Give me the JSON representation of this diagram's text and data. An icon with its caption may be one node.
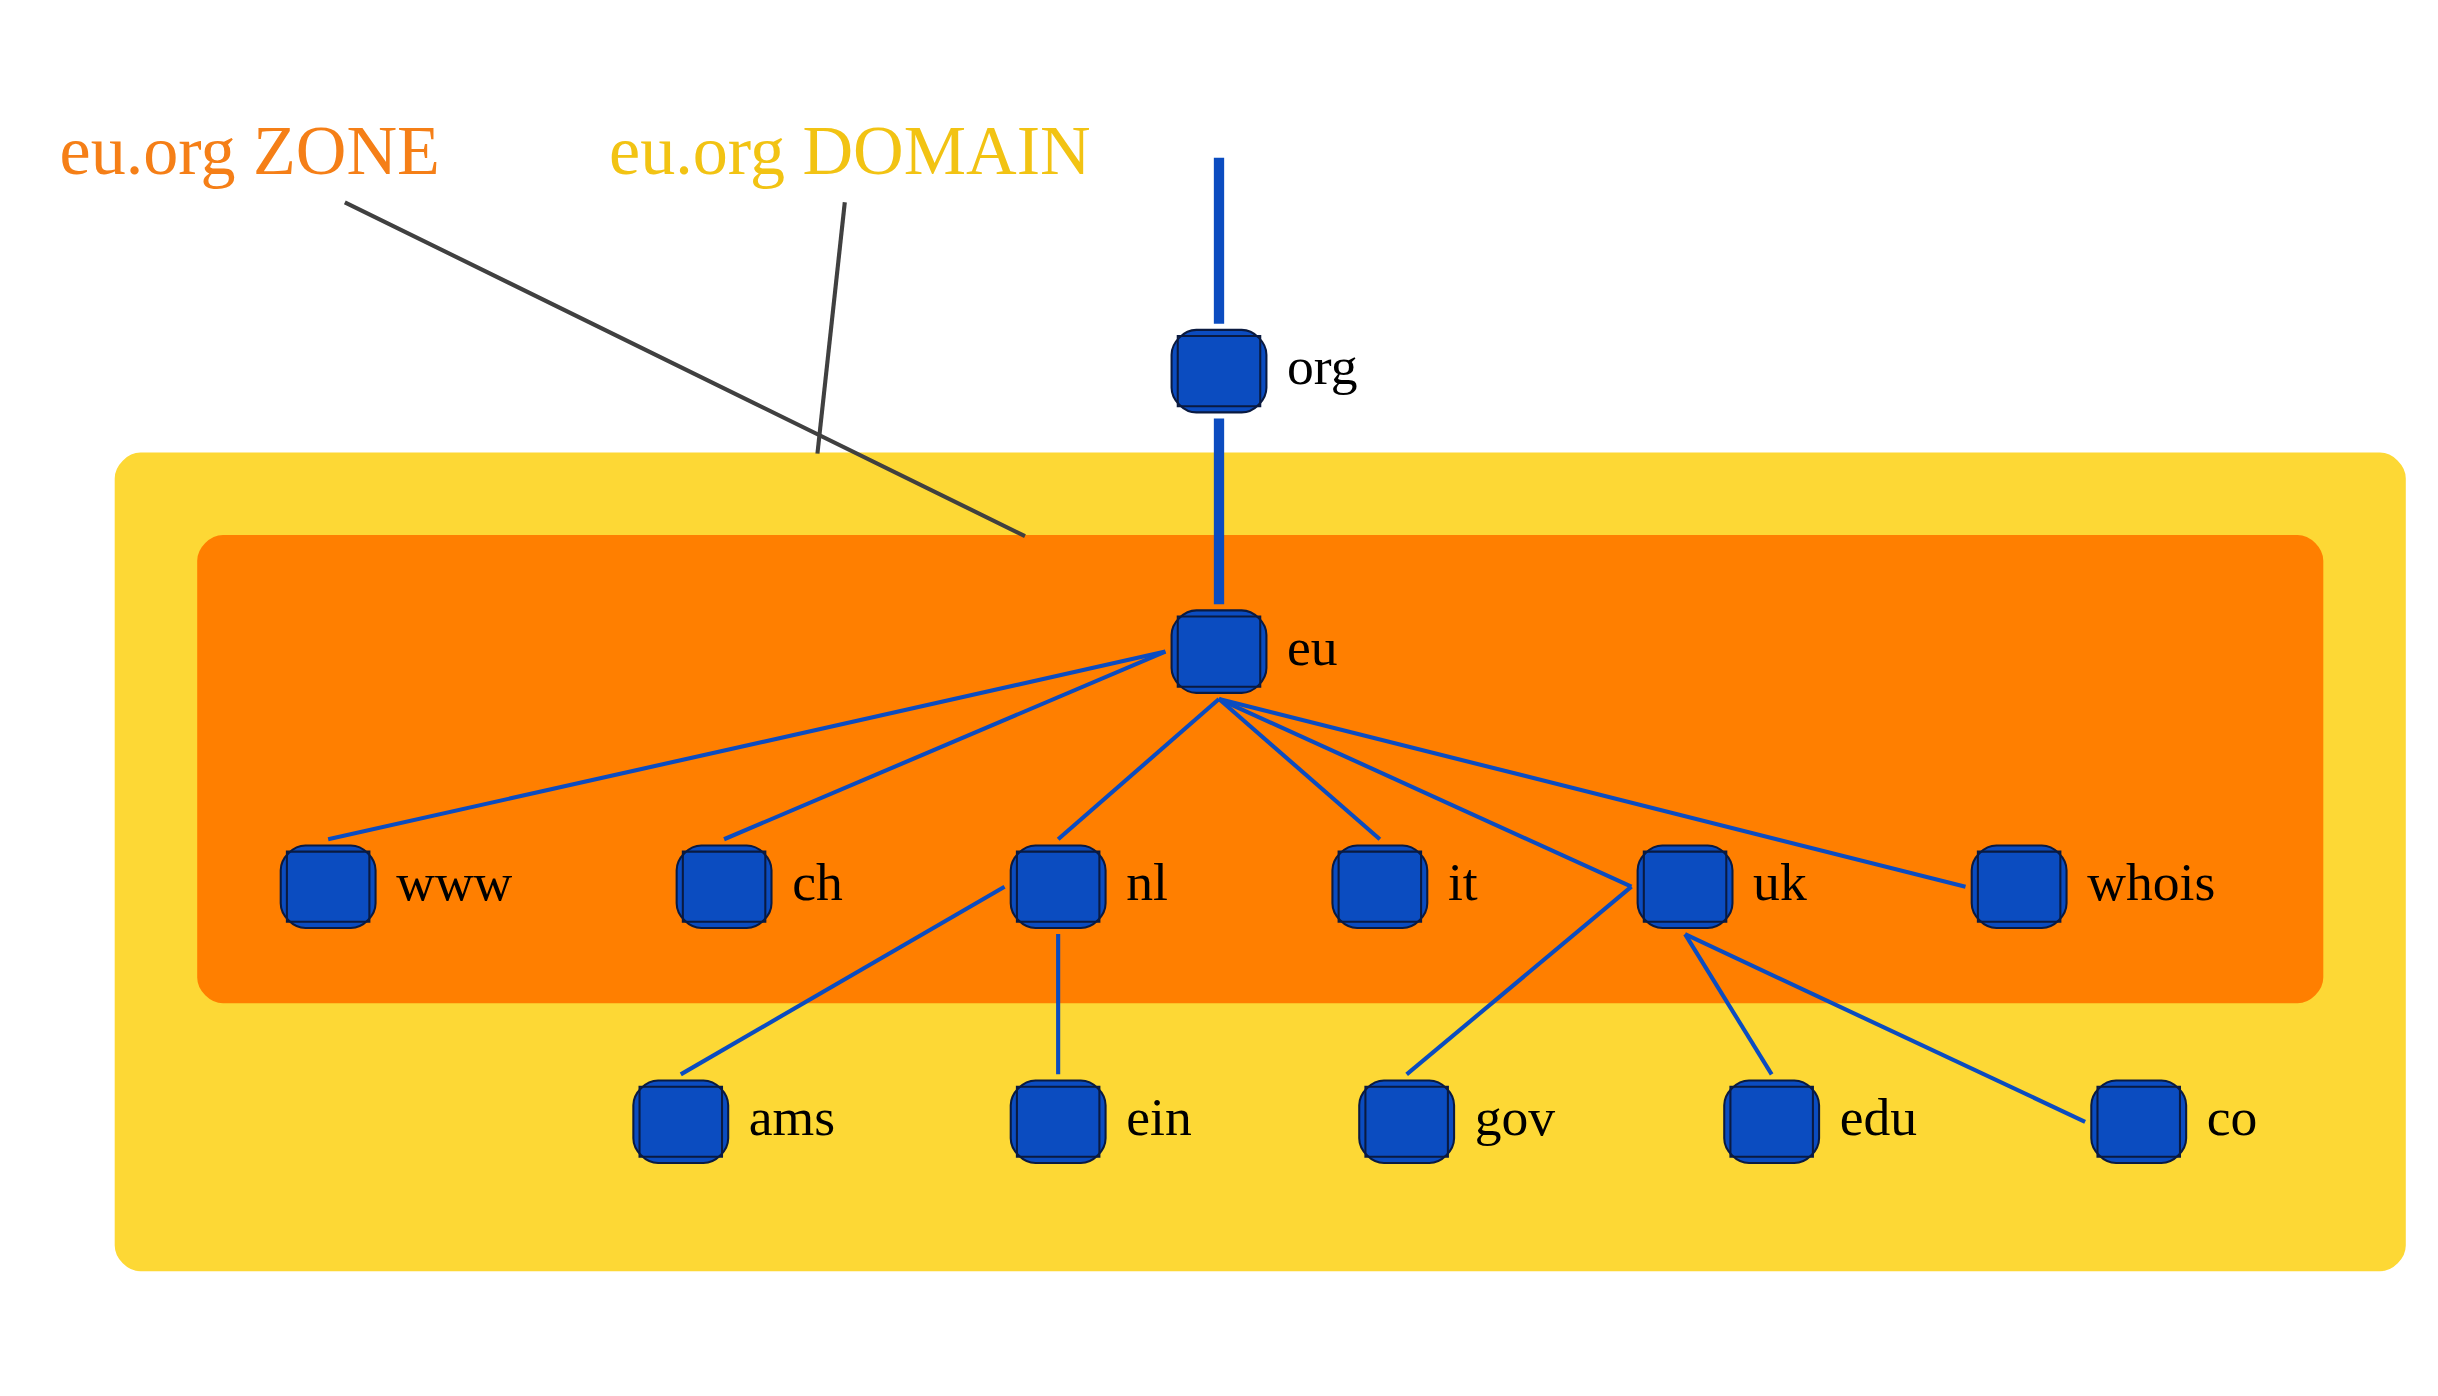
{
  "diagram": {
    "nodes": [
      {
        "text": [
          "eu.org ZONE"
        ]
      },
      {
        "text": [],
        "shape": "ellipse"
      },
      {
        "text": [],
        "shape": "cloud",
        "in": 1
      },
      {
        "text": [
          "org"
        ]
      },
      {
        "text": [
          "eu"
        ],
        "in": 2
      },
      {
        "text": [
          "www"
        ],
        "in": 2
      },
      {
        "text": [
          "ch"
        ],
        "in": 2
      },
      {
        "text": [
          "nl"
        ],
        "in": 2
      },
      {
        "text": [
          "it"
        ],
        "in": 2
      },
      {
        "text": [
          "uk"
        ],
        "in": 2
      },
      {
        "text": [
          "whois"
        ],
        "in": 2
      },
      {
        "text": [
          "ams"
        ],
        "in": 1
      },
      {
        "text": [
          "ein"
        ],
        "in": 1
      },
      {
        "text": [
          "gov"
        ],
        "in": 1
      },
      {
        "text": [
          "edu"
        ],
        "in": 1
      },
      {
        "text": [
          "co"
        ],
        "in": 1
      },
      {
        "text": [
          "eu.org DOMAIN"
        ]
      }
    ],
    "edges": [
      {
        "from": 3,
        "to": null,
        "arrow": "none",
        "style": "thick"
      },
      {
        "from": 3,
        "to": 4,
        "arrow": "none",
        "style": "thick"
      },
      {
        "from": 4,
        "to": 5,
        "arrow": "none"
      },
      {
        "from": 4,
        "to": 6,
        "arrow": "none"
      },
      {
        "from": 4,
        "to": 7,
        "arrow": "none"
      },
      {
        "from": 4,
        "to": 8,
        "arrow": "none"
      },
      {
        "from": 4,
        "to": 9,
        "arrow": "none"
      },
      {
        "from": 4,
        "to": 10,
        "arrow": "none"
      },
      {
        "from": 7,
        "to": 11,
        "arrow": "none"
      },
      {
        "from": 7,
        "to": 12,
        "arrow": "none"
      },
      {
        "from": 9,
        "to": 13,
        "arrow": "none"
      },
      {
        "from": 9,
        "to": 14,
        "arrow": "none"
      },
      {
        "from": 9,
        "to": 15,
        "arrow": "none"
      },
      {
        "from": 0,
        "to": 2,
        "arrow": "none",
        "color": "#404040"
      },
      {
        "from": 16,
        "to": 1,
        "arrow": "none",
        "color": "#404040"
      }
    ]
  }
}
